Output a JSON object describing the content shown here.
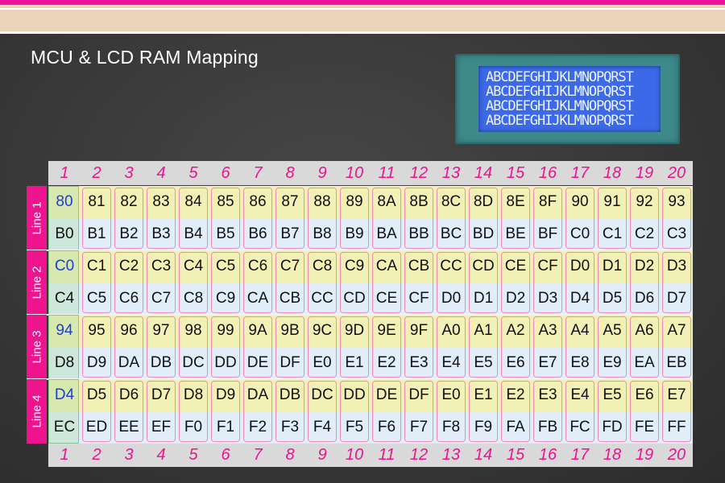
{
  "title": "MCU & LCD RAM Mapping",
  "lcd": {
    "lines": [
      "ABCDEFGHIJKLMNOPQRST",
      "ABCDEFGHIJKLMNOPQRST",
      "ABCDEFGHIJKLMNOPQRST",
      "ABCDEFGHIJKLMNOPQRST"
    ],
    "screen_color": "#3b69e8"
  },
  "columns": [
    "1",
    "2",
    "3",
    "4",
    "5",
    "6",
    "7",
    "8",
    "9",
    "10",
    "11",
    "12",
    "13",
    "14",
    "15",
    "16",
    "17",
    "18",
    "19",
    "20"
  ],
  "lines": [
    {
      "label": "Line 1",
      "top": [
        "80",
        "81",
        "82",
        "83",
        "84",
        "85",
        "86",
        "87",
        "88",
        "89",
        "8A",
        "8B",
        "8C",
        "8D",
        "8E",
        "8F",
        "90",
        "91",
        "92",
        "93"
      ],
      "bottom": [
        "B0",
        "B1",
        "B2",
        "B3",
        "B4",
        "B5",
        "B6",
        "B7",
        "B8",
        "B9",
        "BA",
        "BB",
        "BC",
        "BD",
        "BE",
        "BF",
        "C0",
        "C1",
        "C2",
        "C3"
      ]
    },
    {
      "label": "Line 2",
      "top": [
        "C0",
        "C1",
        "C2",
        "C3",
        "C4",
        "C5",
        "C6",
        "C7",
        "C8",
        "C9",
        "CA",
        "CB",
        "CC",
        "CD",
        "CE",
        "CF",
        "D0",
        "D1",
        "D2",
        "D3"
      ],
      "bottom": [
        "C4",
        "C5",
        "C6",
        "C7",
        "C8",
        "C9",
        "CA",
        "CB",
        "CC",
        "CD",
        "CE",
        "CF",
        "D0",
        "D1",
        "D2",
        "D3",
        "D4",
        "D5",
        "D6",
        "D7"
      ]
    },
    {
      "label": "Line 3",
      "top": [
        "94",
        "95",
        "96",
        "97",
        "98",
        "99",
        "9A",
        "9B",
        "9C",
        "9D",
        "9E",
        "9F",
        "A0",
        "A1",
        "A2",
        "A3",
        "A4",
        "A5",
        "A6",
        "A7"
      ],
      "bottom": [
        "D8",
        "D9",
        "DA",
        "DB",
        "DC",
        "DD",
        "DE",
        "DF",
        "E0",
        "E1",
        "E2",
        "E3",
        "E4",
        "E5",
        "E6",
        "E7",
        "E8",
        "E9",
        "EA",
        "EB"
      ]
    },
    {
      "label": "Line 4",
      "top": [
        "D4",
        "D5",
        "D6",
        "D7",
        "D8",
        "D9",
        "DA",
        "DB",
        "DC",
        "DD",
        "DE",
        "DF",
        "E0",
        "E1",
        "E2",
        "E3",
        "E4",
        "E5",
        "E6",
        "E7"
      ],
      "bottom": [
        "EC",
        "ED",
        "EE",
        "EF",
        "F0",
        "F1",
        "F2",
        "F3",
        "F4",
        "F5",
        "F6",
        "F7",
        "F8",
        "F9",
        "FA",
        "FB",
        "FC",
        "FD",
        "FE",
        "FF"
      ]
    }
  ],
  "colors": {
    "accent": "#ee148e",
    "highlight_text": "#1d3ed8",
    "band_yellow": "#f2f0b4",
    "band_blue": "#e1edf8"
  }
}
